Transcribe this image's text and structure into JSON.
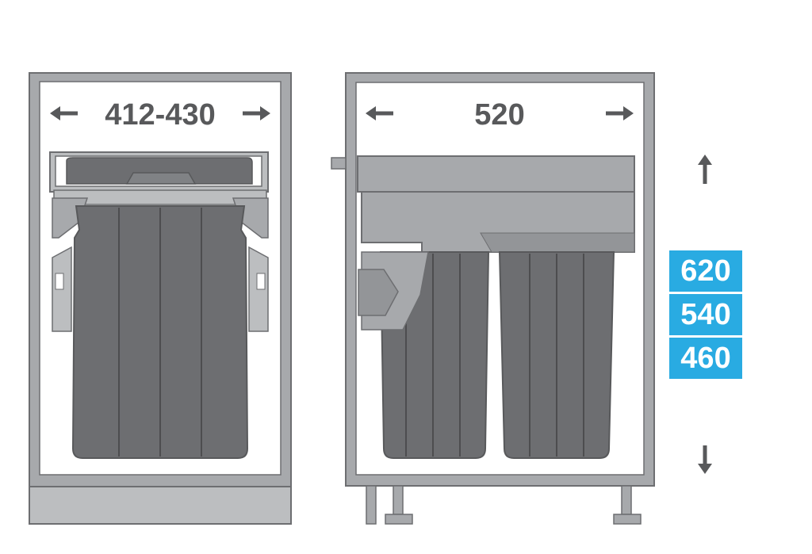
{
  "colors": {
    "cabinet_frame": "#a7a9ac",
    "cabinet_outline": "#6d6e71",
    "bin_body": "#6d6e71",
    "bin_dark": "#58595b",
    "rail_light": "#bcbec0",
    "text": "#58595b",
    "accent": "#29abe2"
  },
  "left_unit": {
    "width_label": "412-430",
    "arrow_left": "left-arrow-icon",
    "arrow_right": "right-arrow-icon"
  },
  "right_unit": {
    "width_label": "520",
    "arrow_left": "left-arrow-icon",
    "arrow_right": "right-arrow-icon"
  },
  "height_options": [
    "620",
    "540",
    "460"
  ],
  "height_arrows": {
    "up": "up-arrow-icon",
    "down": "down-arrow-icon"
  }
}
